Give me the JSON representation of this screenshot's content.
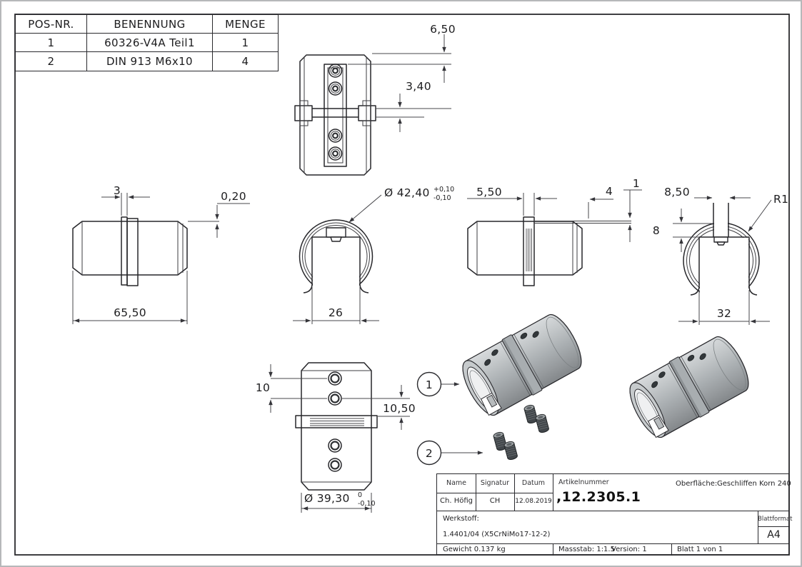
{
  "parts_table": {
    "headers": [
      "POS-NR.",
      "BENENNUNG",
      "MENGE"
    ],
    "rows": [
      [
        "1",
        "60326-V4A Teil1",
        "1"
      ],
      [
        "2",
        "DIN 913 M6x10",
        "4"
      ]
    ]
  },
  "dims": {
    "top_height": "6,50",
    "top_slot": "3,40",
    "side_rib": "3",
    "side_step": "0,20",
    "side_length": "65,50",
    "section_dia": "Ø 42,40",
    "section_dia_tol_plus": "+0,10",
    "section_dia_tol_minus": "-0,10",
    "section_slot": "26",
    "mid_rib": "5,50",
    "mid_offset": "4",
    "mid_tab": "1",
    "right_channel": "8,50",
    "right_radius": "R1",
    "right_depth": "8",
    "right_slot": "32",
    "front_hole_pitch": "10",
    "front_band": "10,50",
    "front_dia": "Ø 39,30",
    "front_dia_tol_upper": "0",
    "front_dia_tol_lower": "-0,10"
  },
  "balloons": {
    "part1": "1",
    "part2": "2"
  },
  "title_block": {
    "name_label": "Name",
    "signatur_label": "Signatur",
    "datum_label": "Datum",
    "name": "Ch. Höfig",
    "signatur": "CH",
    "datum": "12.08.2019",
    "artikelnummer_label": "Artikelnummer",
    "artikelnummer": ",12.2305.1",
    "oberflaeche_label": "Oberfläche:",
    "oberflaeche": "Geschliffen Korn 240",
    "werkstoff_label": "Werkstoff:",
    "werkstoff": "1.4401/04 (X5CrNiMo17-12-2)",
    "blattformat_label": "Blattformat",
    "blattformat": "A4",
    "gewicht": "Gewicht 0.137 kg",
    "massstab": "Massstab: 1:1.5",
    "version": "Version: 1",
    "blatt": "Blatt 1 von 1"
  },
  "colors": {
    "line": "#26262a",
    "metal_light": "#d7dadc",
    "metal_dark": "#83878a",
    "screw_body": "#41464a"
  }
}
